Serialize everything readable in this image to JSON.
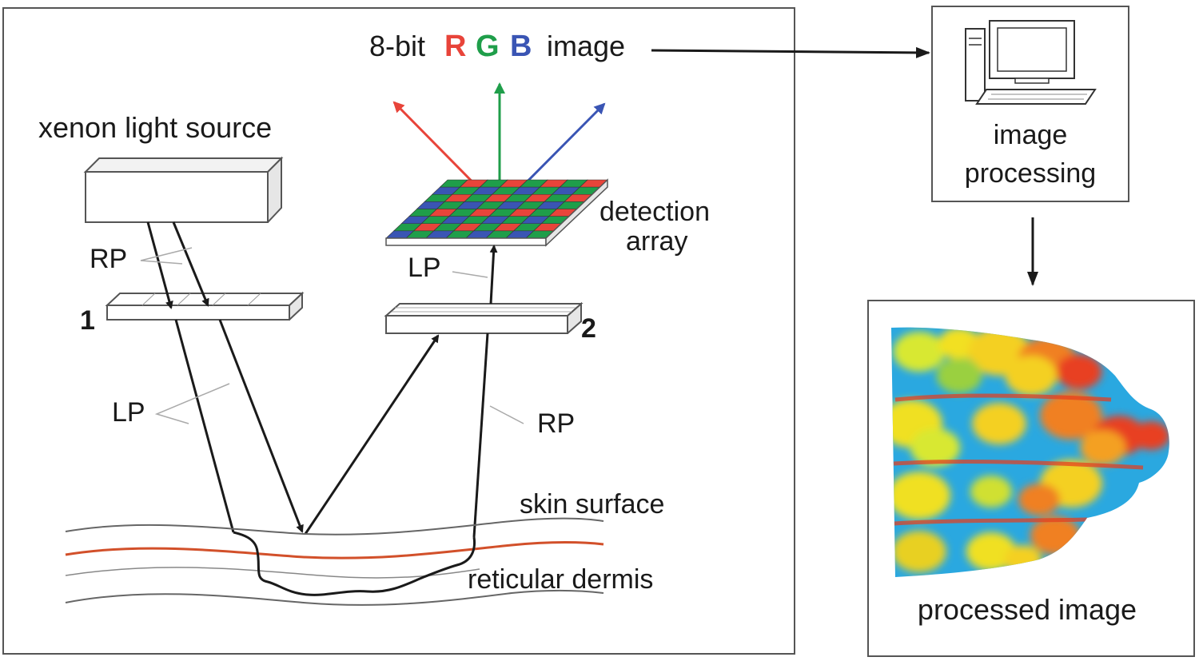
{
  "labels": {
    "title_prefix": "8-bit",
    "r": "R",
    "g": "G",
    "b": "B",
    "title_suffix": "image",
    "light_source": "xenon light source",
    "rp_top": "RP",
    "polarizer_1": "1",
    "polarizer_2": "2",
    "lp_left": "LP",
    "lp_right": "LP",
    "rp_right": "RP",
    "detection_line1": "detection",
    "detection_line2": "array",
    "skin_surface": "skin surface",
    "reticular_dermis": "reticular dermis",
    "image_processing_line1": "image",
    "image_processing_line2": "processing",
    "processed_image": "processed image"
  },
  "colors": {
    "red": "#e8443a",
    "green": "#1f9e4a",
    "blue": "#3a55b4",
    "dermis": "#d2502a",
    "line": "#1a1a1a",
    "frame": "#555555"
  },
  "icons": {
    "computer": "computer-icon",
    "heatmap": "heatmap-image"
  }
}
